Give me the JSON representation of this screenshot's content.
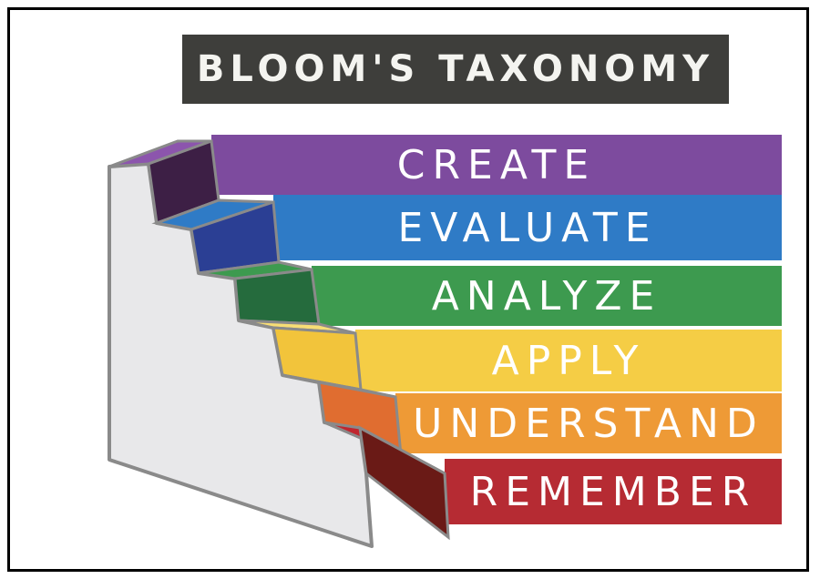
{
  "title": "BLOOM'S TAXONOMY",
  "levels": [
    {
      "label": "CREATE",
      "color": "#7d4b9e"
    },
    {
      "label": "EVALUATE",
      "color": "#2f7bc6"
    },
    {
      "label": "ANALYZE",
      "color": "#3d9a4f"
    },
    {
      "label": "APPLY",
      "color": "#f5cd45"
    },
    {
      "label": "UNDERSTAND",
      "color": "#ee9a36"
    },
    {
      "label": "REMEMBER",
      "color": "#b62b33"
    }
  ],
  "colors": {
    "frame": "#000000",
    "title_background": "#3e3e3b",
    "stair_wall": "#e8e8ea",
    "stair_outline": "#8a8a8a"
  }
}
